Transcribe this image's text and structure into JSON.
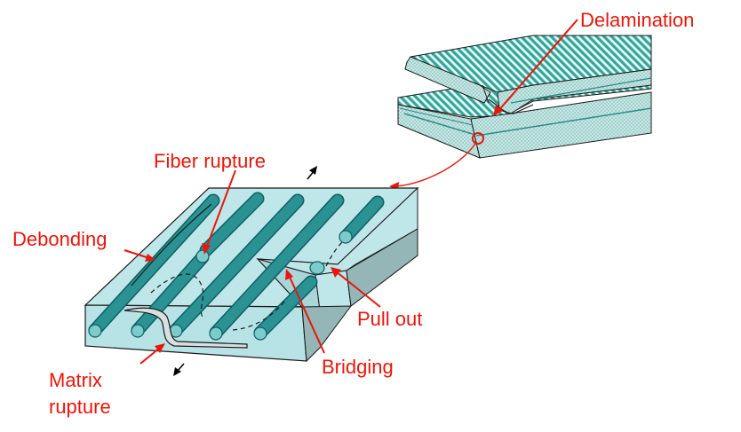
{
  "labels": {
    "delamination": "Delamination",
    "fiber_rupture": "Fiber rupture",
    "debonding": "Debonding",
    "pull_out": "Pull out",
    "bridging": "Bridging",
    "matrix_rupture_line1": "Matrix",
    "matrix_rupture_line2": "rupture"
  },
  "colors": {
    "label_red": "#e8160c",
    "block_top": "#bfe6e8",
    "block_front": "#b8e3e6",
    "block_side": "#94b6b6",
    "fiber": "#2a9292",
    "fiber_edge": "#0f5f64",
    "fiber_end": "#7ccccc",
    "outline": "#1a1a1a"
  }
}
